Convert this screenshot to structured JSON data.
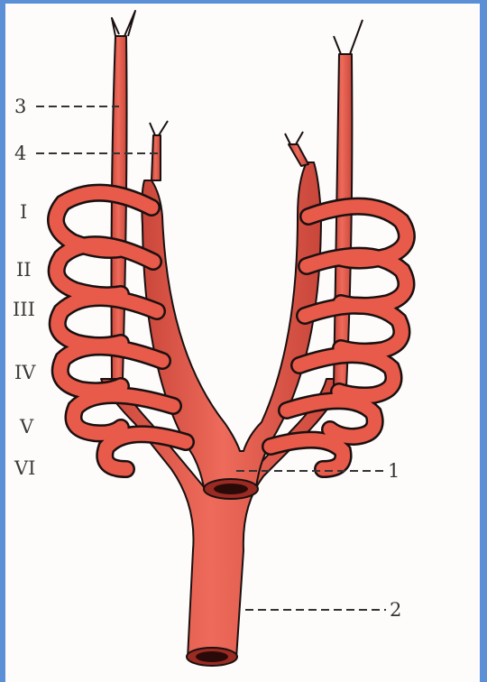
{
  "arch_labels": [
    "I",
    "II",
    "III",
    "IV",
    "V",
    "VI"
  ],
  "callouts": {
    "n1": "1",
    "n2": "2",
    "n3": "3",
    "n4": "4"
  },
  "colors": {
    "vessel": "#e85a4a",
    "vessel_dark": "#b8382c",
    "outline": "#1a1010",
    "frame": "#5b8fd6"
  }
}
